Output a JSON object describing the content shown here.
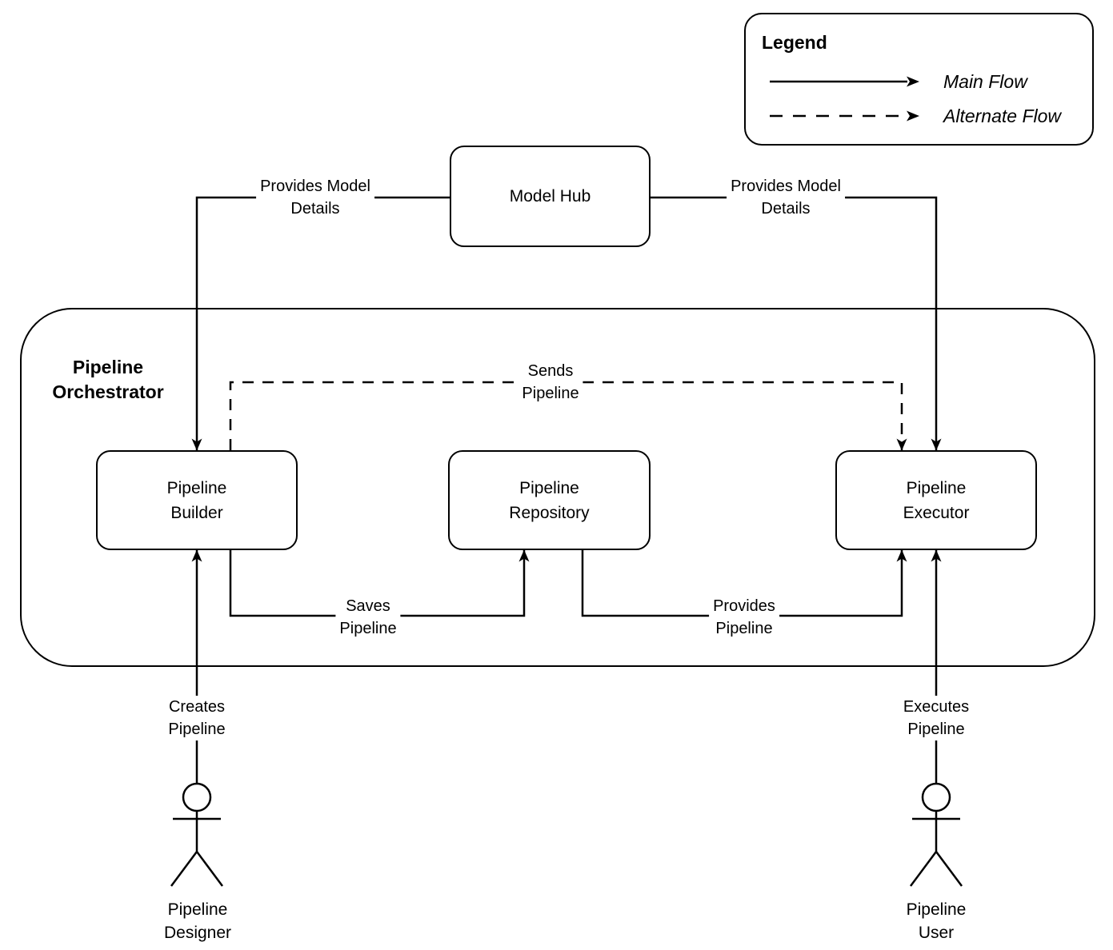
{
  "legend": {
    "title": "Legend",
    "items": [
      {
        "label": "Main Flow",
        "line_style": "solid"
      },
      {
        "label": "Alternate Flow",
        "line_style": "dashed"
      }
    ]
  },
  "nodes": {
    "model_hub": {
      "label": "Model Hub"
    },
    "orchestrator": {
      "line1": "Pipeline",
      "line2": "Orchestrator"
    },
    "builder": {
      "line1": "Pipeline",
      "line2": "Builder"
    },
    "repository": {
      "line1": "Pipeline",
      "line2": "Repository"
    },
    "executor": {
      "line1": "Pipeline",
      "line2": "Executor"
    }
  },
  "edge_labels": {
    "provides_model_details_left": {
      "line1": "Provides Model",
      "line2": "Details"
    },
    "provides_model_details_right": {
      "line1": "Provides Model",
      "line2": "Details"
    },
    "sends_pipeline": {
      "line1": "Sends",
      "line2": "Pipeline"
    },
    "saves_pipeline": {
      "line1": "Saves",
      "line2": "Pipeline"
    },
    "provides_pipeline": {
      "line1": "Provides",
      "line2": "Pipeline"
    },
    "creates_pipeline": {
      "line1": "Creates",
      "line2": "Pipeline"
    },
    "executes_pipeline": {
      "line1": "Executes",
      "line2": "Pipeline"
    }
  },
  "actors": {
    "designer": {
      "line1": "Pipeline",
      "line2": "Designer"
    },
    "user": {
      "line1": "Pipeline",
      "line2": "User"
    }
  },
  "colors": {
    "stroke": "#000000",
    "background": "#ffffff"
  }
}
